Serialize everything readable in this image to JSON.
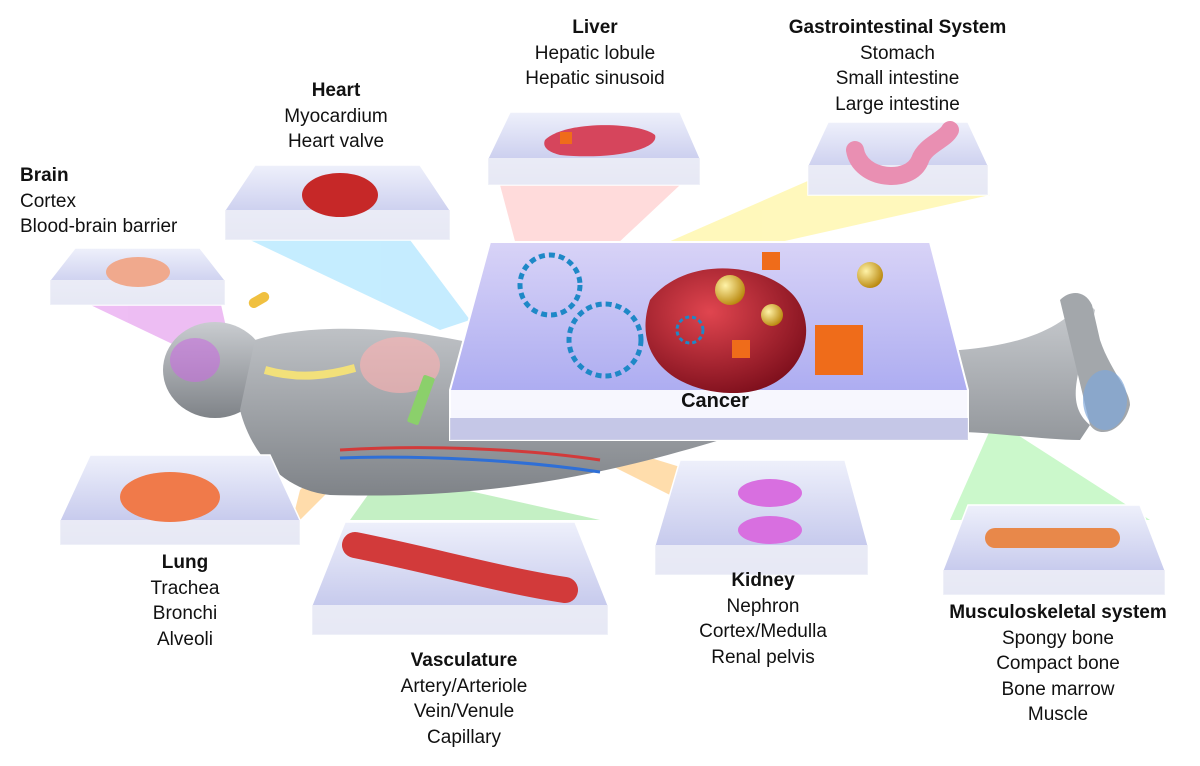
{
  "organs": [
    {
      "key": "brain",
      "title": "Brain",
      "items": [
        "Cortex",
        "Blood-brain barrier"
      ]
    },
    {
      "key": "heart",
      "title": "Heart",
      "items": [
        "Myocardium",
        "Heart valve"
      ]
    },
    {
      "key": "liver",
      "title": "Liver",
      "items": [
        "Hepatic lobule",
        "Hepatic sinusoid"
      ]
    },
    {
      "key": "gi",
      "title": "Gastrointestinal System",
      "items": [
        "Stomach",
        "Small intestine",
        "Large intestine"
      ]
    },
    {
      "key": "lung",
      "title": "Lung",
      "items": [
        "Trachea",
        "Bronchi",
        "Alveoli"
      ]
    },
    {
      "key": "vasculature",
      "title": "Vasculature",
      "items": [
        "Artery/Arteriole",
        "Vein/Venule",
        "Capillary"
      ]
    },
    {
      "key": "kidney",
      "title": "Kidney",
      "items": [
        "Nephron",
        "Cortex/Medulla",
        "Renal pelvis"
      ]
    },
    {
      "key": "musculoskeletal",
      "title": "Musculoskeletal system",
      "items": [
        "Spongy bone",
        "Compact bone",
        "Bone marrow",
        "Muscle"
      ]
    }
  ],
  "cancer": {
    "title": "Cancer"
  },
  "colors": {
    "chip_glass": "#d9dcf5",
    "chip_base": "#eef0f7",
    "body": "#9fa3a8",
    "heart": "#c62828",
    "liver": "#d6455c",
    "tumor": "#a8182a",
    "scaffold": "#1e88c7",
    "cube": "#ef6c1a",
    "gold": "#d4a017",
    "bone": "#e8884a"
  }
}
